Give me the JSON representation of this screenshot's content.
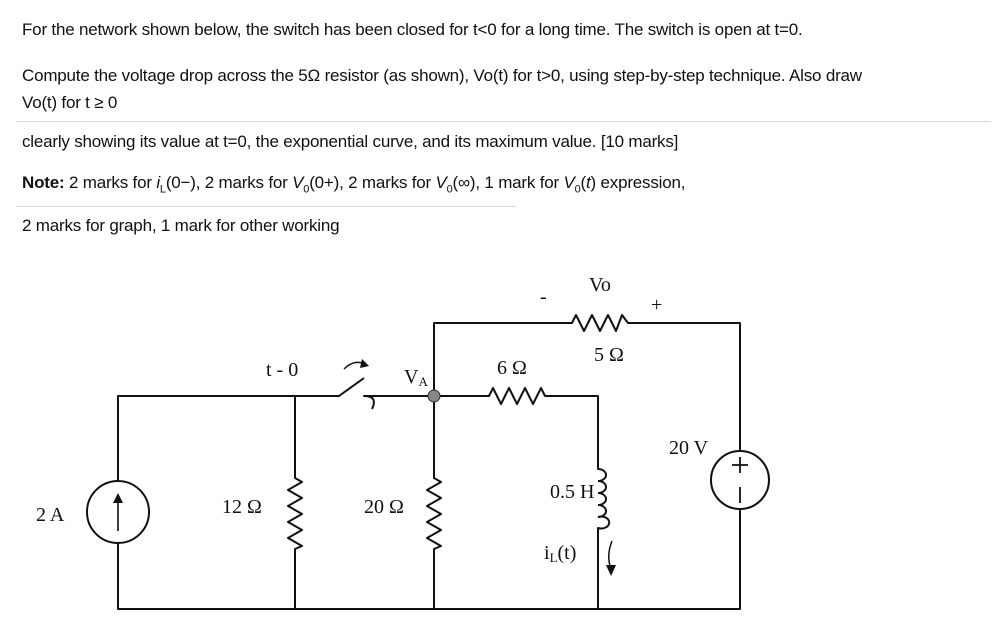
{
  "question": {
    "line1": "For the network shown below, the switch has been closed for t<0 for a long time. The switch is open at t=0.",
    "line2": "Compute the voltage drop across the 5Ω resistor (as shown), Vo(t) for t>0, using step-by-step technique. Also draw",
    "line3": "Vo(t) for t ≥ 0",
    "line4": "clearly showing its value at t=0, the exponential curve, and its maximum value.  [10 marks]",
    "note": {
      "label": "Note:",
      "p1": " 2 marks for ",
      "iL_sym": "i",
      "iL_sub": "L",
      "p2": "(0−), 2 marks for ",
      "v0_sym": "V",
      "v0_sub": "0",
      "p3": "(0+), 2 marks for ",
      "p4": "(∞), 1 mark for ",
      "p5": "(",
      "t_sym": "t",
      "p6": ") expression,"
    },
    "line6": "2 marks for graph, 1 mark for other working"
  },
  "circuit": {
    "source_current": "2 A",
    "r12": "12 Ω",
    "switch_label": "t - 0",
    "r20": "20 Ω",
    "node_va": "V",
    "node_va_sub": "A",
    "r6": "6 Ω",
    "r5": "5 Ω",
    "vo_label": "Vo",
    "vo_minus": "-",
    "vo_plus": "+",
    "inductor": "0.5 H",
    "iL": "i",
    "iL_sub": "L",
    "iL_arg": "(t)",
    "voltage_source": "20 V"
  }
}
